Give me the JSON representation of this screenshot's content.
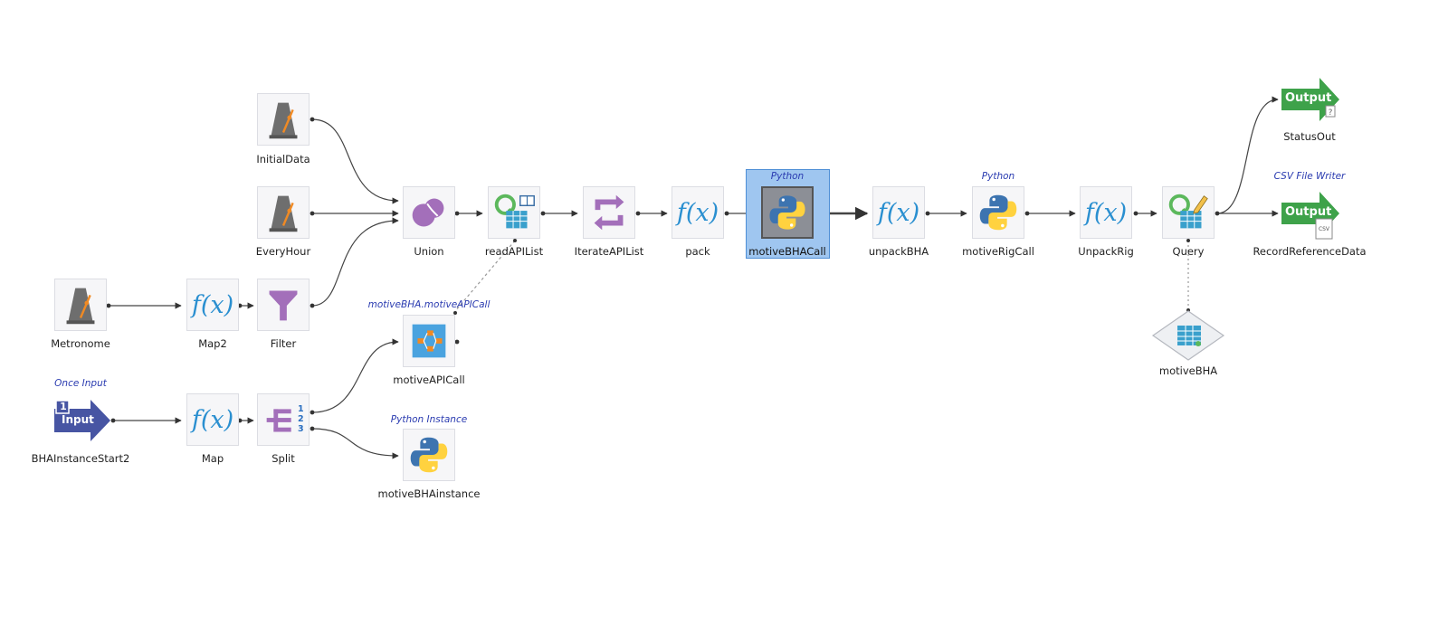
{
  "nodes": {
    "initialdata": {
      "label": "InitialData",
      "icon": "metronome-icon"
    },
    "everyhour": {
      "label": "EveryHour",
      "icon": "metronome-icon"
    },
    "metronome": {
      "label": "Metronome",
      "icon": "metronome-icon"
    },
    "map2": {
      "label": "Map2",
      "icon": "fx-icon",
      "glyph": "f(x)"
    },
    "filter": {
      "label": "Filter",
      "icon": "funnel-icon"
    },
    "bhainstancestart2": {
      "label": "BHAInstanceStart2",
      "caption": "Once Input",
      "icon": "input-arrow-icon",
      "badge": "1",
      "text": "Input"
    },
    "map": {
      "label": "Map",
      "icon": "fx-icon",
      "glyph": "f(x)"
    },
    "split": {
      "label": "Split",
      "icon": "split-icon",
      "outputs": [
        "1",
        "2",
        "3"
      ]
    },
    "union": {
      "label": "Union",
      "icon": "union-icon"
    },
    "readapilist": {
      "label": "readAPIList",
      "icon": "query-table-icon"
    },
    "motiveapicall": {
      "label": "motiveAPICall",
      "caption": "motiveBHA.motiveAPICall",
      "icon": "flow-module-icon"
    },
    "motivebhainstance": {
      "label": "motiveBHAinstance",
      "caption": "Python Instance",
      "icon": "python-icon"
    },
    "iterateapilist": {
      "label": "IterateAPIList",
      "icon": "iterate-icon"
    },
    "pack": {
      "label": "pack",
      "icon": "fx-icon",
      "glyph": "f(x)"
    },
    "motivebhacall": {
      "label": "motiveBHACall",
      "caption": "Python",
      "icon": "python-icon",
      "selected": true
    },
    "unpackbha": {
      "label": "unpackBHA",
      "icon": "fx-icon",
      "glyph": "f(x)"
    },
    "motiverigcall": {
      "label": "motiveRigCall",
      "caption": "Python",
      "icon": "python-icon"
    },
    "unpackrig": {
      "label": "UnpackRig",
      "icon": "fx-icon",
      "glyph": "f(x)"
    },
    "query": {
      "label": "Query",
      "icon": "query-edit-icon"
    },
    "motivebha": {
      "label": "motiveBHA",
      "icon": "shared-table-icon"
    },
    "statusout": {
      "label": "StatusOut",
      "icon": "output-arrow-icon",
      "text": "Output"
    },
    "recordreferencedata": {
      "label": "RecordReferenceData",
      "caption": "CSV File Writer",
      "icon": "output-arrow-icon",
      "text": "Output",
      "file_badge": "CSV"
    }
  },
  "colors": {
    "python_blue": "#3d74b0",
    "python_yellow": "#ffd23f",
    "fx_blue": "#2a8fd0",
    "purple": "#a36fba",
    "output_green": "#3ea24a",
    "input_blue": "#4755a3",
    "wire": "#333333",
    "caption_blue": "#2a3bb0"
  }
}
